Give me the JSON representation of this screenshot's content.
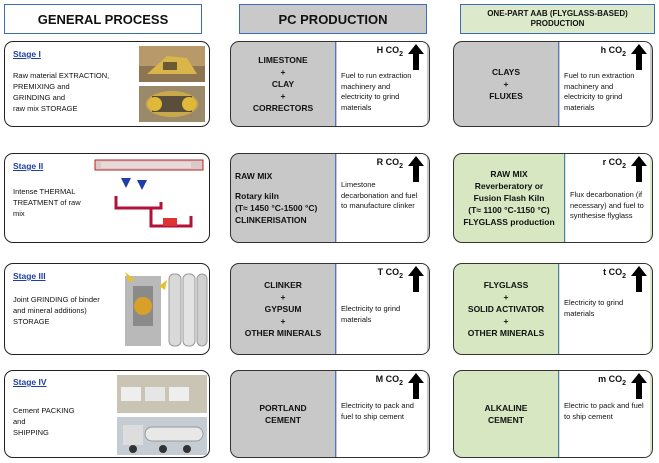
{
  "headers": {
    "general": "GENERAL PROCESS",
    "pc": "PC PRODUCTION",
    "aab": "ONE-PART AAB (FLYGLASS-BASED) PRODUCTION"
  },
  "stages": [
    {
      "title": "Stage I",
      "desc": [
        "Raw material EXTRACTION,",
        "PREMIXING  and",
        "GRINDING  and",
        "raw mix STORAGE"
      ],
      "pc": {
        "lines": [
          "LIMESTONE",
          "+",
          "CLAY",
          "+",
          "CORRECTORS"
        ],
        "co2": "H CO",
        "note": "Fuel to run extraction machinery and electricity to grind materials"
      },
      "aab": {
        "lines": [
          "CLAYS",
          "+",
          "FLUXES"
        ],
        "co2": "h CO",
        "note": "Fuel to run extraction machinery and electricity to grind materials"
      }
    },
    {
      "title": "Stage II",
      "desc": [
        "Intense THERMAL",
        "TREATMENT  of raw",
        "mix"
      ],
      "pc": {
        "lines": [
          "RAW MIX",
          "",
          "Rotary kiln",
          "(T≈ 1450 °C-1500 °C)",
          "CLINKERISATION"
        ],
        "co2": "R CO",
        "note": "Limestone decarbonation and fuel to manufacture clinker"
      },
      "aab": {
        "lines": [
          "RAW MIX",
          "Reverberatory or",
          "Fusion Flash Kiln",
          "(T≈ 1100 °C-1150 °C)",
          "FLYGLASS production"
        ],
        "co2": "r CO",
        "note": "Flux decarbonation (if necessary) and fuel to synthesise flyglass"
      }
    },
    {
      "title": "Stage III",
      "desc": [
        "Joint GRINDING of binder",
        "and mineral additions)",
        "STORAGE"
      ],
      "pc": {
        "lines": [
          "CLINKER",
          "+",
          "GYPSUM",
          "+",
          "OTHER MINERALS"
        ],
        "co2": "T CO",
        "note": "Electricity to grind materials"
      },
      "aab": {
        "lines": [
          "FLYGLASS",
          "+",
          "SOLID ACTIVATOR",
          "+",
          "OTHER MINERALS"
        ],
        "co2": "t CO",
        "note": "Electricity to grind materials"
      }
    },
    {
      "title": "Stage IV",
      "desc": [
        "Cement PACKING",
        "and",
        "SHIPPING"
      ],
      "pc": {
        "lines": [
          "PORTLAND",
          "CEMENT"
        ],
        "co2": "M CO",
        "note": "Electricity to pack and fuel to ship cement"
      },
      "aab": {
        "lines": [
          "ALKALINE",
          "CEMENT"
        ],
        "co2": "m CO",
        "note": "Electric to pack and fuel to ship cement"
      }
    }
  ],
  "co2_subscript": "2",
  "colors": {
    "header_border": "#3a6fb8",
    "pc_bg": "#c8c8c8",
    "aab_bg": "#d6e7c1",
    "stage_title": "#1f3fa8"
  }
}
